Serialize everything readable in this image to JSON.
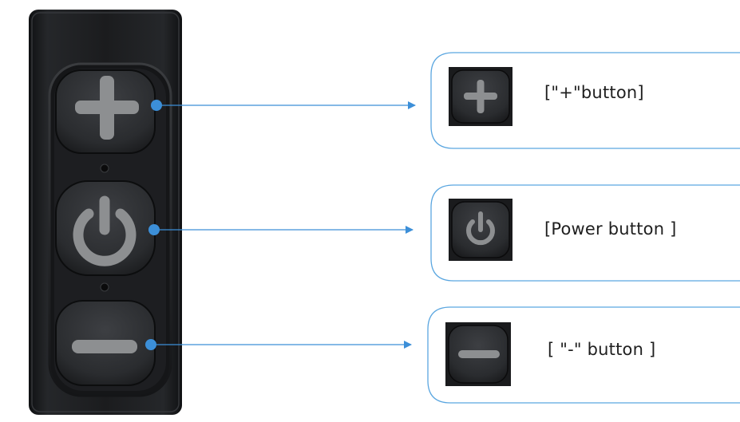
{
  "callouts": {
    "plus": {
      "label": "[\"+\"button]",
      "icon": "plus-icon"
    },
    "power": {
      "label": "[Power button ]",
      "icon": "power-icon"
    },
    "minus": {
      "label": "[ \"-\" button ]",
      "icon": "minus-icon"
    }
  },
  "colors": {
    "leader_line": "#3c8fd8",
    "callout_border": "#5aa6e0",
    "device_body": "#1c1d1f",
    "button_face": "#2e3033",
    "button_glyph": "#8d8f91"
  }
}
